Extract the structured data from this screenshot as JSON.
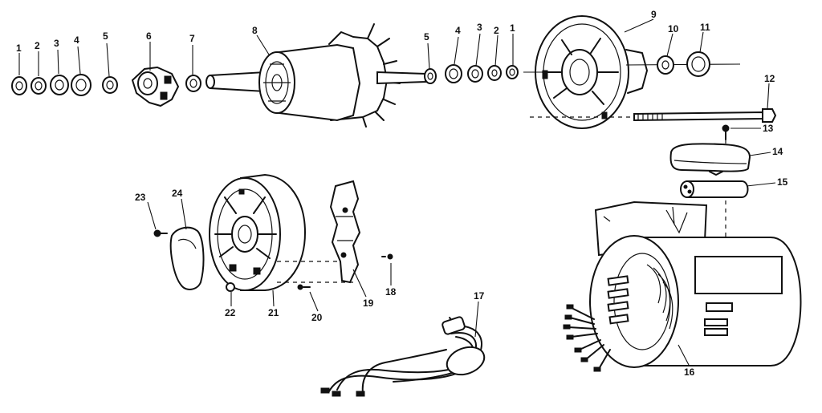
{
  "callouts": {
    "c1a": "1",
    "c2a": "2",
    "c3a": "3",
    "c4a": "4",
    "c5a": "5",
    "c6": "6",
    "c7": "7",
    "c8": "8",
    "c5b": "5",
    "c4b": "4",
    "c3b": "3",
    "c2b": "2",
    "c1b": "1",
    "c9": "9",
    "c10": "10",
    "c11": "11",
    "c12": "12",
    "c13": "13",
    "c14": "14",
    "c15": "15",
    "c16": "16",
    "c17": "17",
    "c18": "18",
    "c19": "19",
    "c20": "20",
    "c21": "21",
    "c22": "22",
    "c23": "23",
    "c24": "24"
  }
}
